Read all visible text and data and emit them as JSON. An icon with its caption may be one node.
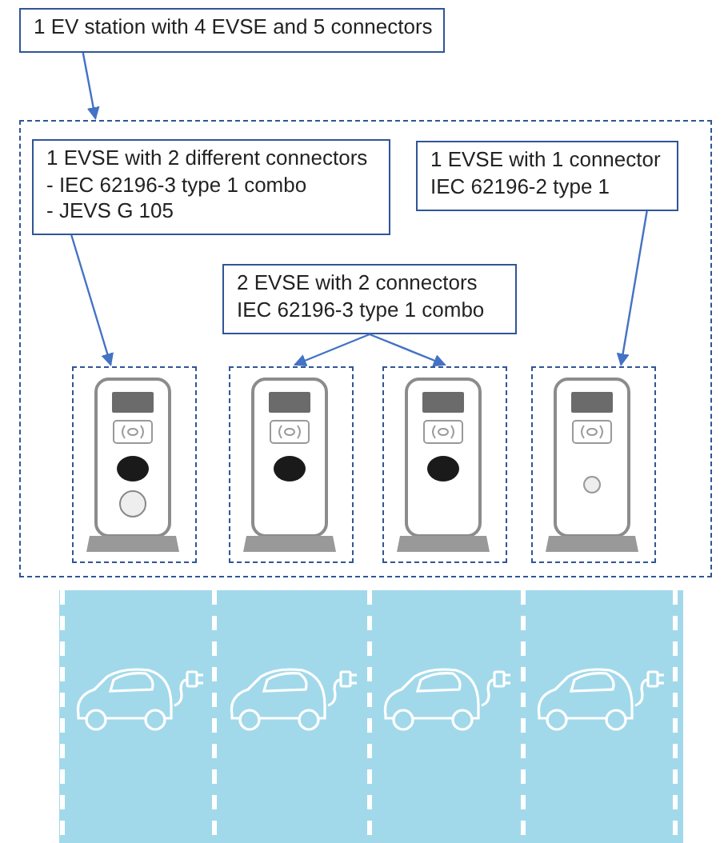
{
  "diagram": {
    "nodes": [
      {
        "text": [
          "1 EV station with 4 EVSE and 5 connectors"
        ]
      },
      {
        "text": [],
        "shape": "box"
      },
      {
        "text": [
          "1 EVSE with 2 different connectors",
          "- IEC 62196-3 type 1 combo",
          "- JEVS G 105"
        ],
        "in": 1
      },
      {
        "text": [
          "1 EVSE with 1 connector",
          "IEC 62196-2 type 1"
        ],
        "in": 1
      },
      {
        "text": [
          "2 EVSE with 2 connectors",
          "IEC 62196-3 type 1 combo"
        ],
        "in": 1
      },
      {
        "text": [],
        "shape": "box",
        "in": 1
      },
      {
        "text": [],
        "shape": "box",
        "in": 1
      },
      {
        "text": [],
        "shape": "box",
        "in": 1
      },
      {
        "text": [],
        "shape": "box",
        "in": 1
      }
    ],
    "edges": [
      {
        "from": 0,
        "to": 1,
        "arrow": "to"
      },
      {
        "from": 2,
        "to": 5,
        "arrow": "to"
      },
      {
        "from": 4,
        "to": 6,
        "arrow": "to"
      },
      {
        "from": 4,
        "to": 7,
        "arrow": "to"
      },
      {
        "from": 3,
        "to": 8,
        "arrow": "to"
      }
    ]
  }
}
